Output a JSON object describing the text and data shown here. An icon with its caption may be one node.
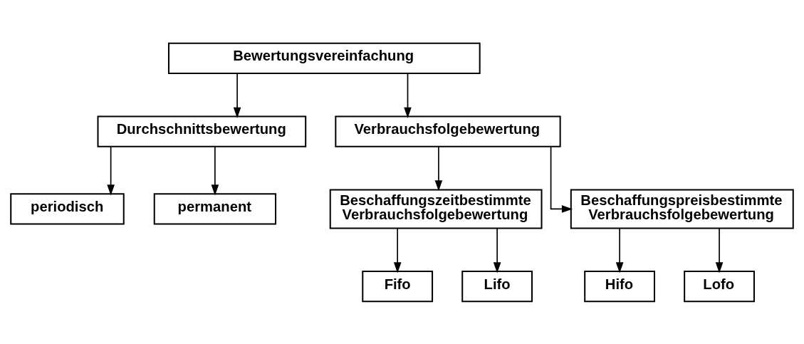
{
  "diagram": {
    "nodes": [
      {
        "text": [
          "Bewertungsvereinfachung"
        ]
      },
      {
        "text": [
          "Durchschnittsbewertung"
        ]
      },
      {
        "text": [
          "Verbrauchsfolgebewertung"
        ]
      },
      {
        "text": [
          "periodisch"
        ]
      },
      {
        "text": [
          "permanent"
        ]
      },
      {
        "text": [
          "Beschaffungszeitbestimmte Verbrauchsfolgebewertung"
        ]
      },
      {
        "text": [
          "Beschaffungspreisbestimmte Verbrauchsfolgebewertung"
        ]
      },
      {
        "text": [
          "Fifo"
        ]
      },
      {
        "text": [
          "Lifo"
        ]
      },
      {
        "text": [
          "Hifo"
        ]
      },
      {
        "text": [
          "Lofo"
        ]
      }
    ],
    "edges": [
      {
        "from": 0,
        "to": 1,
        "arrow": "to"
      },
      {
        "from": 0,
        "to": 2,
        "arrow": "to"
      },
      {
        "from": 1,
        "to": 3,
        "arrow": "to"
      },
      {
        "from": 1,
        "to": 4,
        "arrow": "to"
      },
      {
        "from": 2,
        "to": 5,
        "arrow": "to"
      },
      {
        "from": 2,
        "to": 6,
        "arrow": "to"
      },
      {
        "from": 5,
        "to": 7,
        "arrow": "to"
      },
      {
        "from": 5,
        "to": 8,
        "arrow": "to"
      },
      {
        "from": 6,
        "to": 9,
        "arrow": "to"
      },
      {
        "from": 6,
        "to": 10,
        "arrow": "to"
      }
    ]
  }
}
